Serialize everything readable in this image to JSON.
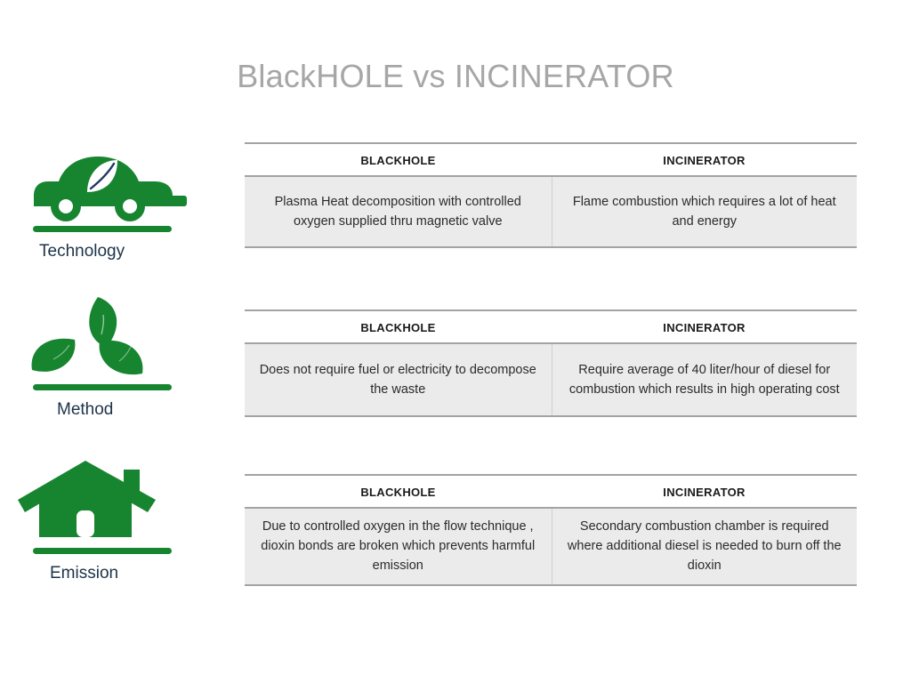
{
  "slide": {
    "title": "BlackHOLE vs INCINERATOR",
    "title_color": "#a6a6a6",
    "accent_green": "#17852f",
    "label_color": "#1d3349",
    "row_background": "#ebebeb",
    "rule_color": "#a3a3a3"
  },
  "categories": [
    {
      "key": "technology",
      "label": "Technology",
      "icon": "eco-car-icon",
      "headers": {
        "blackhole": "BLACKHOLE",
        "incinerator": "INCINERATOR"
      },
      "cells": {
        "blackhole": "Plasma Heat decomposition with controlled oxygen supplied thru magnetic valve",
        "incinerator": "Flame combustion which requires a lot of heat and energy"
      }
    },
    {
      "key": "method",
      "label": "Method",
      "icon": "three-leaves-icon",
      "headers": {
        "blackhole": "BLACKHOLE",
        "incinerator": "INCINERATOR"
      },
      "cells": {
        "blackhole": "Does not require fuel or electricity to decompose the waste",
        "incinerator": "Require average of 40  liter/hour of diesel for combustion which results in high operating cost"
      }
    },
    {
      "key": "emission",
      "label": "Emission",
      "icon": "house-icon",
      "headers": {
        "blackhole": "BLACKHOLE",
        "incinerator": "INCINERATOR"
      },
      "cells": {
        "blackhole": "Due to controlled oxygen in the flow technique , dioxin bonds are broken which prevents harmful emission",
        "incinerator": "Secondary combustion chamber is required where additional diesel is needed to burn off the dioxin"
      }
    }
  ]
}
